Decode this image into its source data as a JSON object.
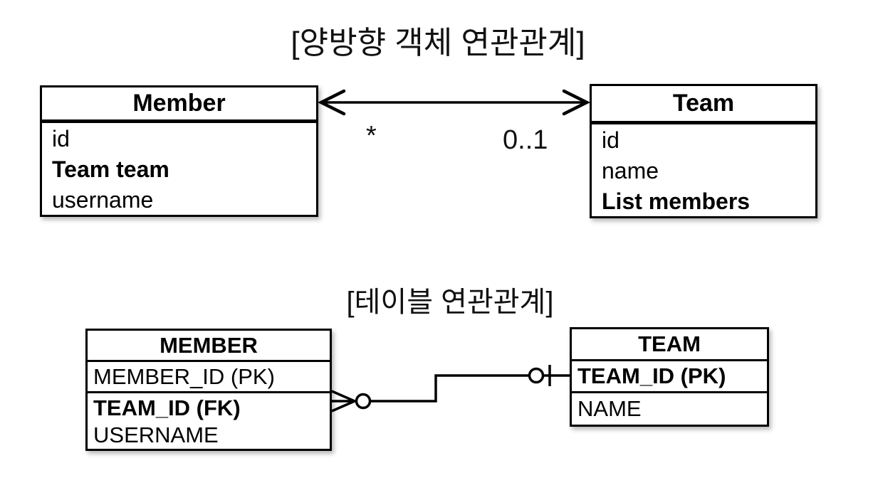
{
  "colors": {
    "line": "#000000",
    "background": "#ffffff",
    "text": "#111111"
  },
  "object_diagram": {
    "title": "[양방향 객체 연관관계]",
    "member_class": {
      "title": "Member",
      "fields": [
        {
          "label": "id",
          "emphasis": false
        },
        {
          "label": "Team team",
          "emphasis": true
        },
        {
          "label": "username",
          "emphasis": false
        }
      ]
    },
    "team_class": {
      "title": "Team",
      "fields": [
        {
          "label": "id",
          "emphasis": false
        },
        {
          "label": "name",
          "emphasis": false
        },
        {
          "label": "List members",
          "emphasis": true
        }
      ]
    },
    "association": {
      "type": "bidirectional",
      "member_multiplicity": "*",
      "team_multiplicity": "0..1"
    }
  },
  "table_diagram": {
    "title": "[테이블 연관관계]",
    "member_table": {
      "title": "MEMBER",
      "rows": [
        {
          "label": "MEMBER_ID (PK)",
          "emphasis": false
        },
        {
          "label": "TEAM_ID (FK)",
          "emphasis": true
        },
        {
          "label": "USERNAME",
          "emphasis": false
        }
      ]
    },
    "team_table": {
      "title": "TEAM",
      "rows": [
        {
          "label": "TEAM_ID (PK)",
          "emphasis": true
        },
        {
          "label": "NAME",
          "emphasis": false
        }
      ]
    },
    "relationship": {
      "member_end": "zero-or-many (crow's foot + circle)",
      "team_end": "zero-or-one (circle + tick)"
    }
  }
}
